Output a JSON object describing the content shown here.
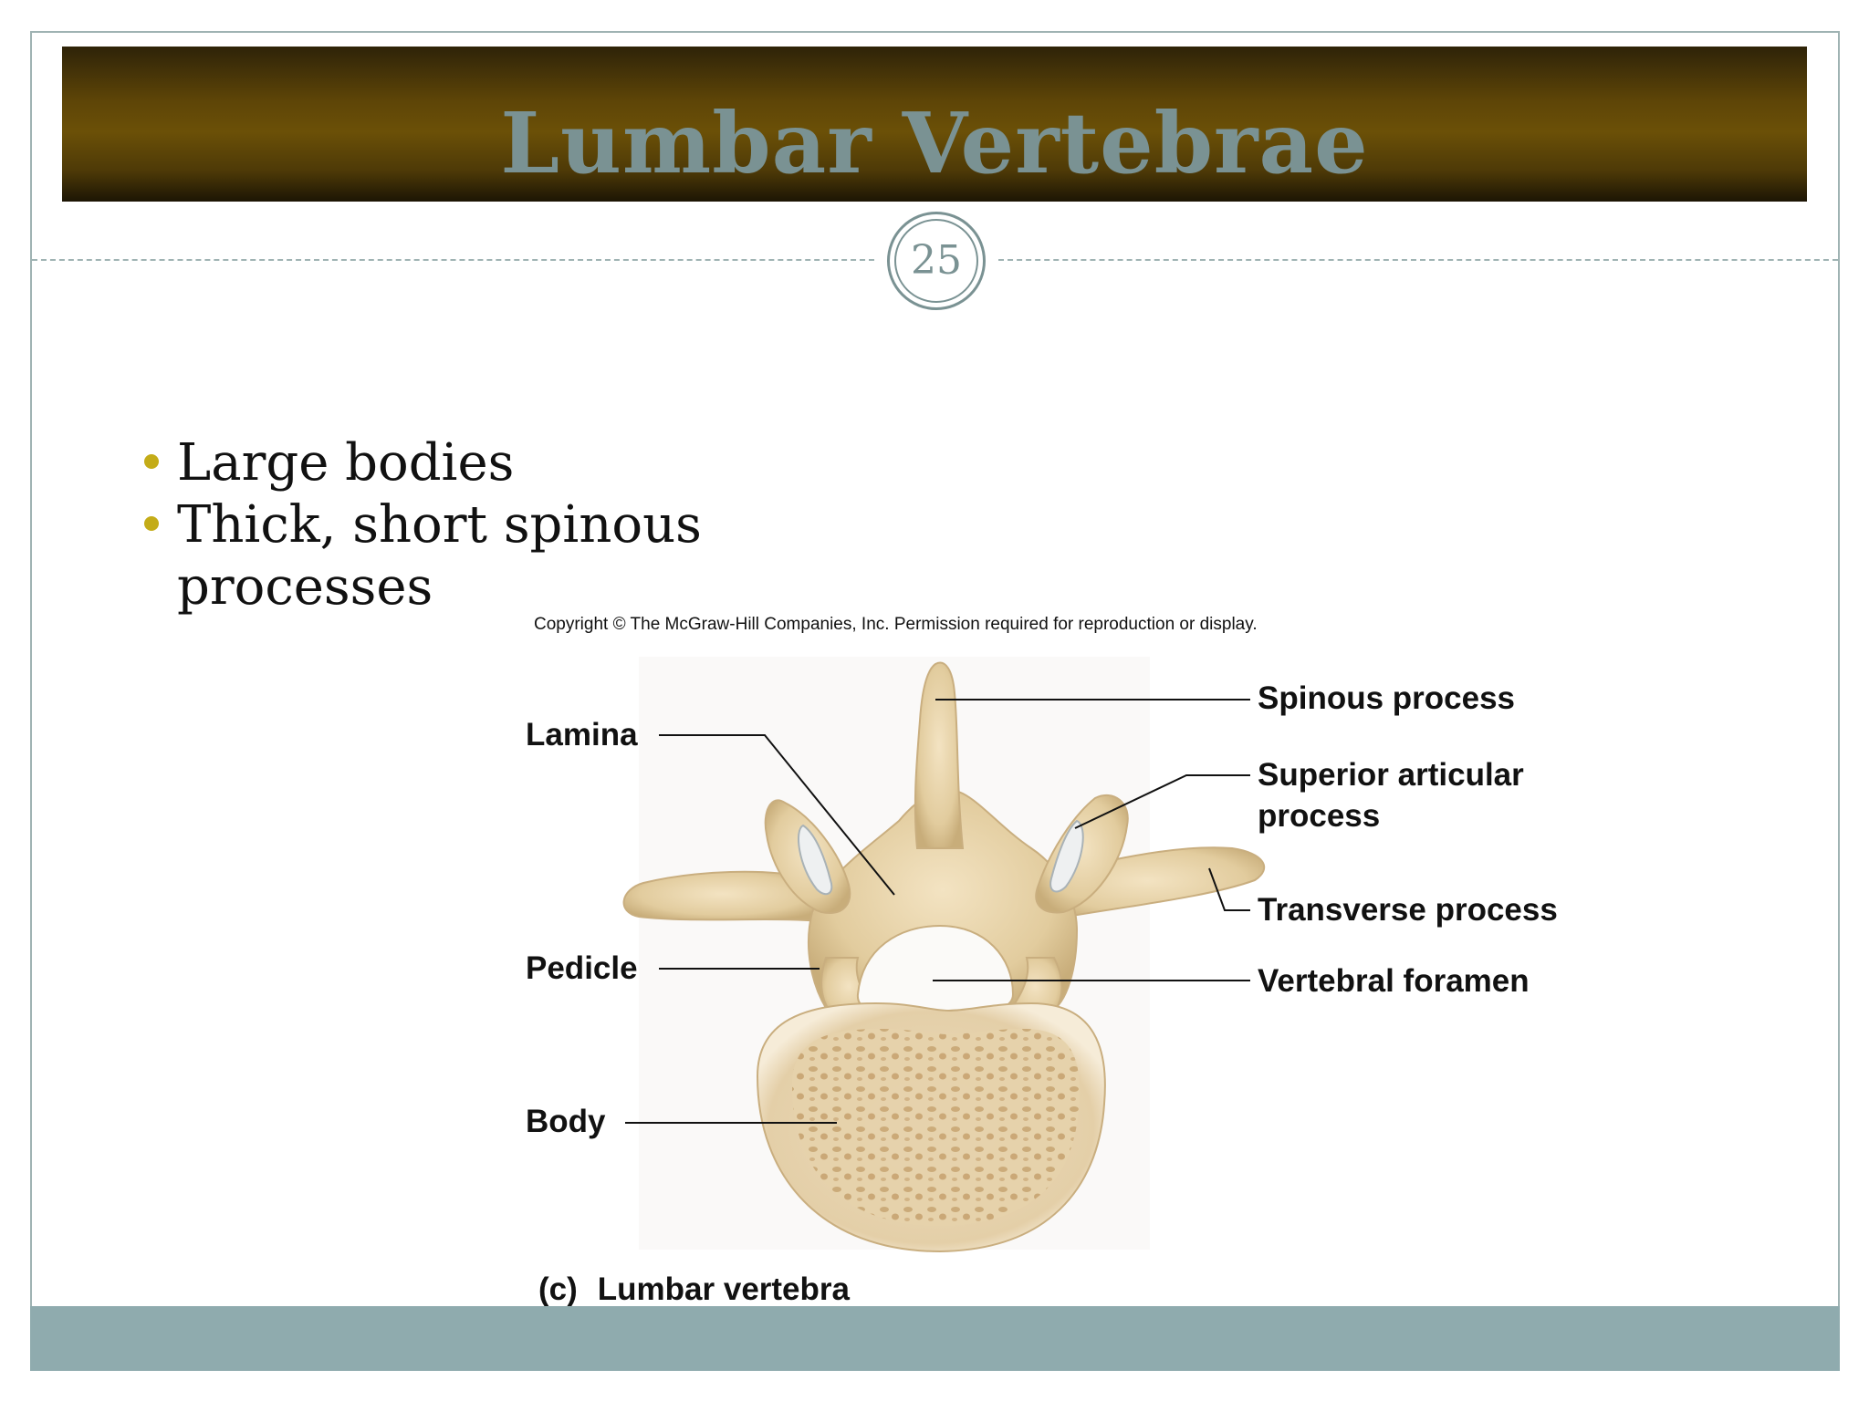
{
  "slide": {
    "title": "Lumbar Vertebrae",
    "page_number": "25",
    "bullets": [
      "Large bodies",
      "Thick, short spinous processes"
    ]
  },
  "figure": {
    "copyright": "Copyright © The McGraw-Hill Companies, Inc. Permission required for reproduction or display.",
    "labels": {
      "spinous_process": "Spinous process",
      "lamina": "Lamina",
      "superior_articular_process_line1": "Superior articular",
      "superior_articular_process_line2": "process",
      "transverse_process": "Transverse process",
      "pedicle": "Pedicle",
      "vertebral_foramen": "Vertebral foramen",
      "body": "Body"
    },
    "caption_letter": "(c)",
    "caption_text": "Lumbar vertebra"
  },
  "colors": {
    "title_bar_brown": "#5e4507",
    "title_text": "#7a9293",
    "accent_teal": "#8fabae",
    "bullet_gold": "#c4ac18",
    "bone": "#e3cfa5"
  }
}
